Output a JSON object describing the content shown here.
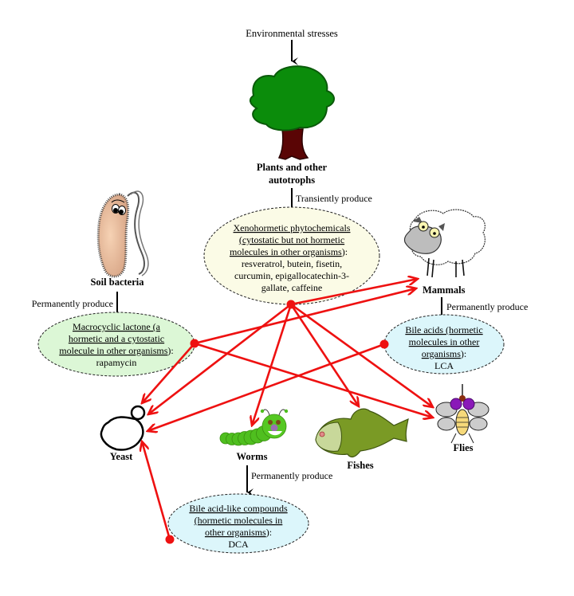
{
  "colors": {
    "inhibit_arrow": "#ee1111",
    "produce_arrow": "#000000",
    "plant_node_fill": "#fbfbe6",
    "bacteria_node_fill": "#dcf7d6",
    "bile_node_fill": "#dcf6fb",
    "tree_leaves": "#0b8c0b",
    "tree_trunk": "#5a0505"
  },
  "top_label": "Environmental stresses",
  "organisms": {
    "plants": {
      "line1": "Plants and other",
      "line2": "autotrophs",
      "icon": "tree-icon"
    },
    "bacteria": {
      "label": "Soil bacteria",
      "icon": "bacterium-icon"
    },
    "mammals": {
      "label": "Mammals",
      "icon": "sheep-icon"
    },
    "yeast": {
      "label": "Yeast",
      "icon": "yeast-cell-icon"
    },
    "worms": {
      "label": "Worms",
      "icon": "worm-icon"
    },
    "fishes": {
      "label": "Fishes",
      "icon": "fish-icon"
    },
    "flies": {
      "label": "Flies",
      "icon": "fly-icon"
    }
  },
  "production_labels": {
    "plants": "Transiently produce",
    "bacteria": "Permanently produce",
    "mammals": "Permanently produce",
    "worms": "Permanently produce"
  },
  "molecule_nodes": {
    "xenohormetic": {
      "title_lines": [
        "Xenohormetic phytochemicals",
        "(cytostatic but not hormetic",
        "molecules in other organisms"
      ],
      "title_suffix": "):",
      "compound_lines": [
        "resveratrol, butein, fisetin,",
        "curcumin, epigallocatechin-3-",
        "gallate, caffeine"
      ]
    },
    "macrocyclic": {
      "title_lines": [
        "Macrocyclic lactone (a",
        "hormetic and a cytostatic",
        "molecule in other organisms"
      ],
      "title_suffix": "):",
      "compound_lines": [
        "rapamycin"
      ]
    },
    "bile_acids": {
      "title_lines": [
        "Bile acids (hormetic",
        "molecules in other",
        "organisms"
      ],
      "title_suffix": "):",
      "compound_lines": [
        "LCA"
      ]
    },
    "bile_like": {
      "title_lines": [
        "Bile acid-like compounds",
        "(hormetic molecules in",
        "other organisms"
      ],
      "title_suffix": "):",
      "compound_lines": [
        "DCA"
      ]
    }
  },
  "inhibition_edges": [
    {
      "from": "xenohormetic",
      "to": "mammals"
    },
    {
      "from": "xenohormetic",
      "to": "yeast"
    },
    {
      "from": "xenohormetic",
      "to": "worms"
    },
    {
      "from": "xenohormetic",
      "to": "fishes"
    },
    {
      "from": "xenohormetic",
      "to": "flies"
    },
    {
      "from": "macrocyclic",
      "to": "mammals"
    },
    {
      "from": "macrocyclic",
      "to": "yeast"
    },
    {
      "from": "macrocyclic",
      "to": "flies"
    },
    {
      "from": "bile_acids",
      "to": "yeast"
    },
    {
      "from": "bile_like",
      "to": "yeast"
    }
  ]
}
